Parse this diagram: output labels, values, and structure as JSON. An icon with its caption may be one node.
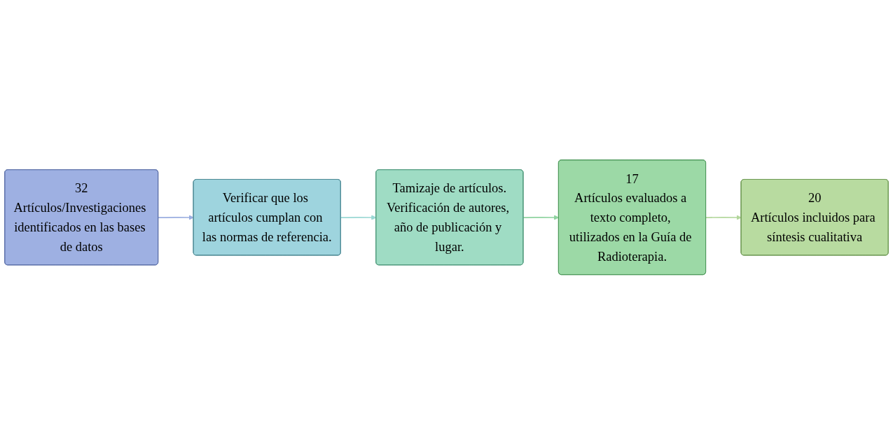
{
  "diagram": {
    "nodes": [
      {
        "text": [
          "32",
          "Artículos/Investigaciones identificados en las bases de datos"
        ]
      },
      {
        "text": [
          "Verificar que los artículos cumplan con las normas de referencia."
        ]
      },
      {
        "text": [
          "Tamizaje de artículos.",
          "Verificación de autores, año de publicación y lugar."
        ]
      },
      {
        "text": [
          "17",
          "Artículos evaluados a texto completo, utilizados en la Guía de Radioterapia."
        ]
      },
      {
        "text": [
          "20",
          "Artículos incluidos para síntesis cualitativa"
        ]
      }
    ],
    "edges": [
      {
        "from": 0,
        "to": 1,
        "arrow": "to",
        "color": "#9aaee0"
      },
      {
        "from": 1,
        "to": 2,
        "arrow": "to",
        "color": "#9ad8d4"
      },
      {
        "from": 2,
        "to": 3,
        "arrow": "to",
        "color": "#8fd3a0"
      },
      {
        "from": 3,
        "to": 4,
        "arrow": "to",
        "color": "#b3d79c"
      }
    ]
  }
}
